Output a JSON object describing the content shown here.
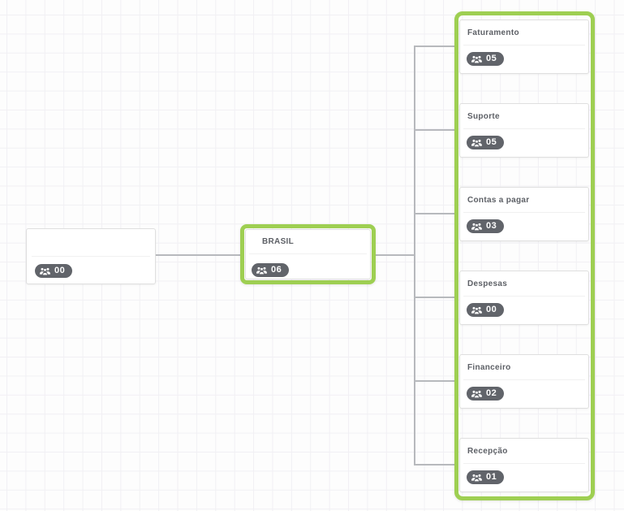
{
  "nodes": {
    "root": {
      "title": "",
      "member_count": "00"
    },
    "brasil": {
      "title": "BRASIL",
      "member_count": "06"
    },
    "departments": [
      {
        "title": "Faturamento",
        "member_count": "05"
      },
      {
        "title": "Suporte",
        "member_count": "05"
      },
      {
        "title": "Contas a pagar",
        "member_count": "03"
      },
      {
        "title": "Despesas",
        "member_count": "00"
      },
      {
        "title": "Financeiro",
        "member_count": "02"
      },
      {
        "title": "Recepção",
        "member_count": "01"
      }
    ]
  },
  "icons": {
    "badge_icon": "users-group-icon"
  },
  "colors": {
    "highlight_green": "#9ecf52",
    "badge_background": "#61646a",
    "connector_gray": "#b7b9bd",
    "card_border": "#dfdfdf",
    "grid_line": "#f1f0f4",
    "title_text": "#5d6066"
  }
}
